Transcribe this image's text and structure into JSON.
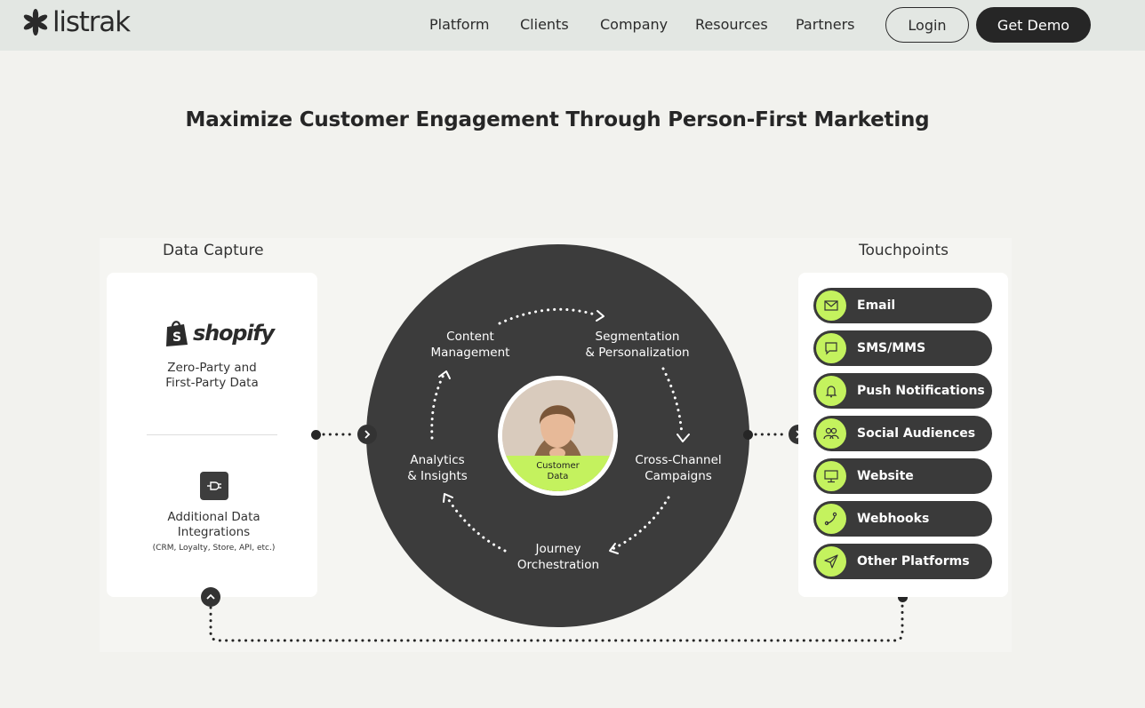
{
  "brand": {
    "name": "listrak"
  },
  "nav": {
    "items": [
      {
        "label": "Platform"
      },
      {
        "label": "Clients"
      },
      {
        "label": "Company"
      },
      {
        "label": "Resources"
      },
      {
        "label": "Partners"
      }
    ],
    "login_label": "Login",
    "demo_label": "Get Demo"
  },
  "hero": {
    "title": "Maximize Customer Engagement Through Person-First Marketing"
  },
  "data_capture": {
    "heading": "Data Capture",
    "shopify_brand": "shopify",
    "shopify_caption_line1": "Zero-Party and",
    "shopify_caption_line2": "First-Party Data",
    "integrations_line1": "Additional Data",
    "integrations_line2": "Integrations",
    "integrations_note": "(CRM, Loyalty, Store, API, etc.)"
  },
  "cycle": {
    "center_label_line1": "Customer",
    "center_label_line2": "Data",
    "stages": [
      {
        "line1": "Content",
        "line2": "Management"
      },
      {
        "line1": "Segmentation",
        "line2": "& Personalization"
      },
      {
        "line1": "Cross-Channel",
        "line2": "Campaigns"
      },
      {
        "line1": "Journey",
        "line2": "Orchestration"
      },
      {
        "line1": "Analytics",
        "line2": "& Insights"
      }
    ]
  },
  "touchpoints": {
    "heading": "Touchpoints",
    "items": [
      {
        "label": "Email",
        "icon": "envelope-icon"
      },
      {
        "label": "SMS/MMS",
        "icon": "chat-bubble-icon"
      },
      {
        "label": "Push Notifications",
        "icon": "bell-icon"
      },
      {
        "label": "Social Audiences",
        "icon": "people-icon"
      },
      {
        "label": "Website",
        "icon": "monitor-icon"
      },
      {
        "label": "Webhooks",
        "icon": "webhook-icon"
      },
      {
        "label": "Other Platforms",
        "icon": "paper-plane-icon"
      }
    ]
  },
  "colors": {
    "accent": "#c4f25e",
    "dark": "#3c3c3c",
    "header_bg": "#e3e7e3",
    "page_bg": "#f2f2ee"
  }
}
